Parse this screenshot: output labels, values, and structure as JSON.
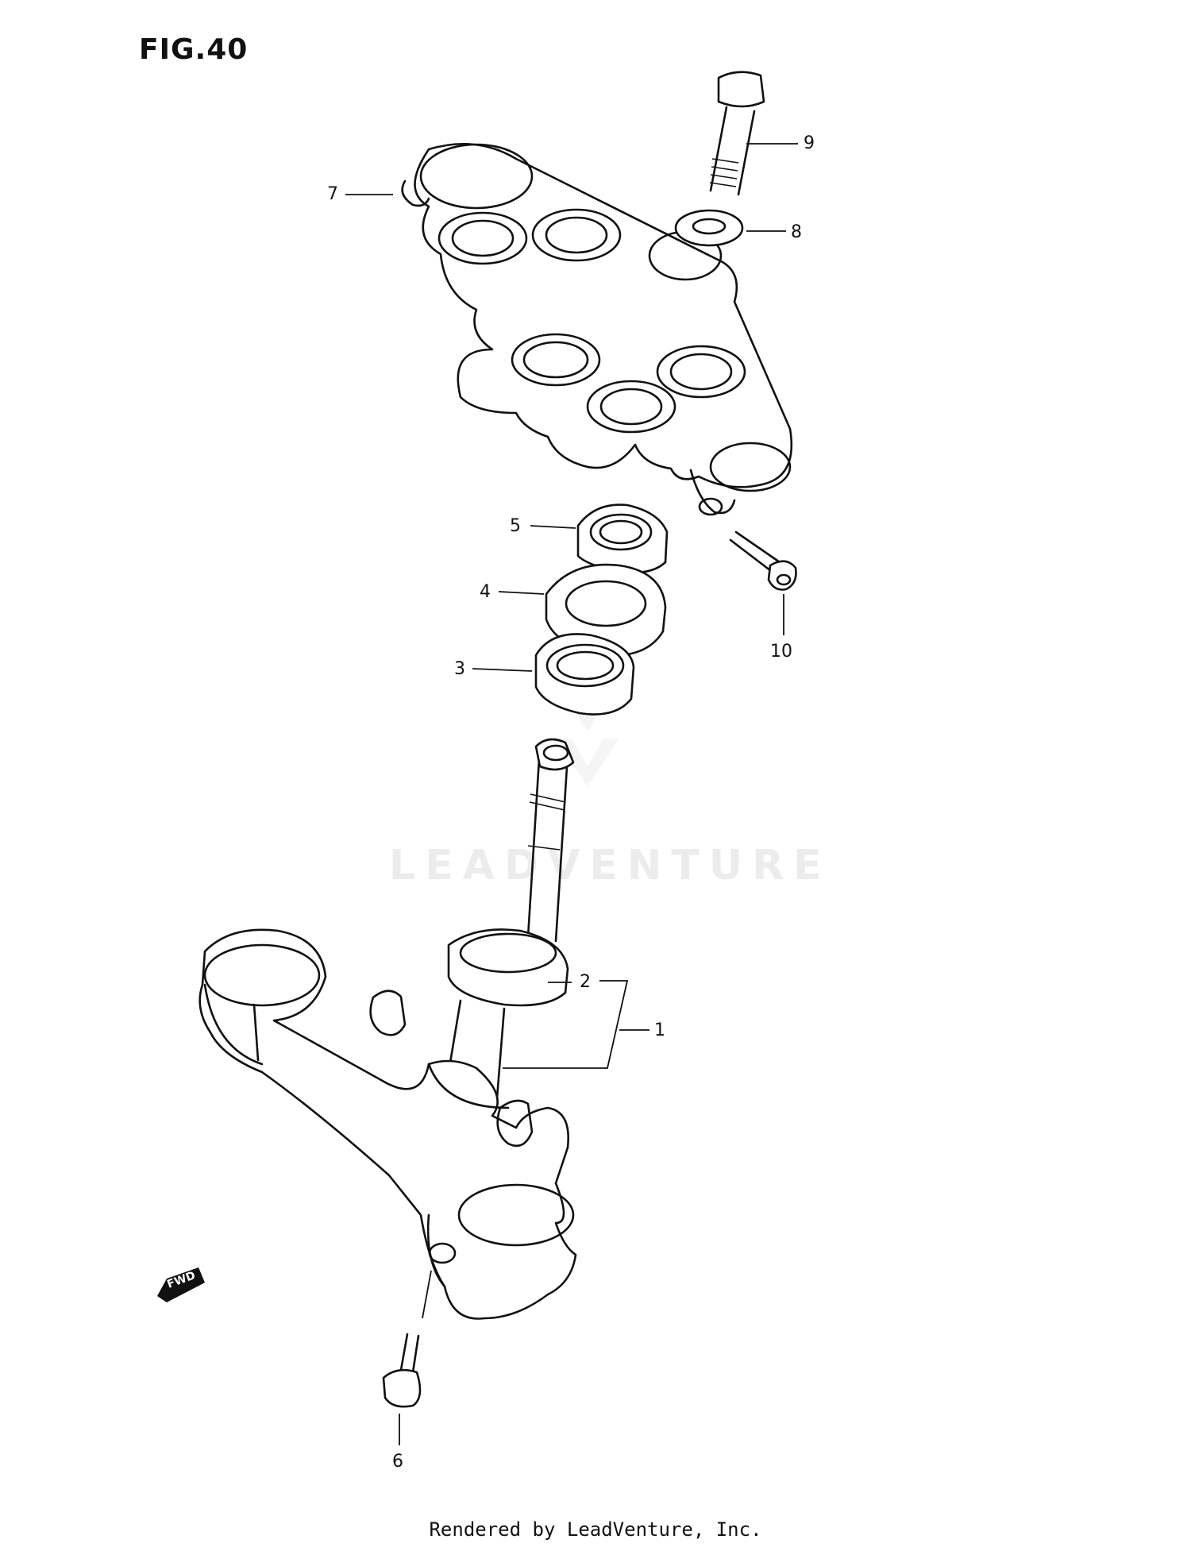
{
  "figure": {
    "title": "FIG.40"
  },
  "callouts": [
    {
      "id": "1",
      "label": "1"
    },
    {
      "id": "2",
      "label": "2"
    },
    {
      "id": "3",
      "label": "3"
    },
    {
      "id": "4",
      "label": "4"
    },
    {
      "id": "5",
      "label": "5"
    },
    {
      "id": "6",
      "label": "6"
    },
    {
      "id": "7",
      "label": "7"
    },
    {
      "id": "8",
      "label": "8"
    },
    {
      "id": "9",
      "label": "9"
    },
    {
      "id": "10",
      "label": "10"
    }
  ],
  "direction_badge": "FWD",
  "watermark": "LEADVENTURE",
  "footer": "Rendered by LeadVenture, Inc."
}
